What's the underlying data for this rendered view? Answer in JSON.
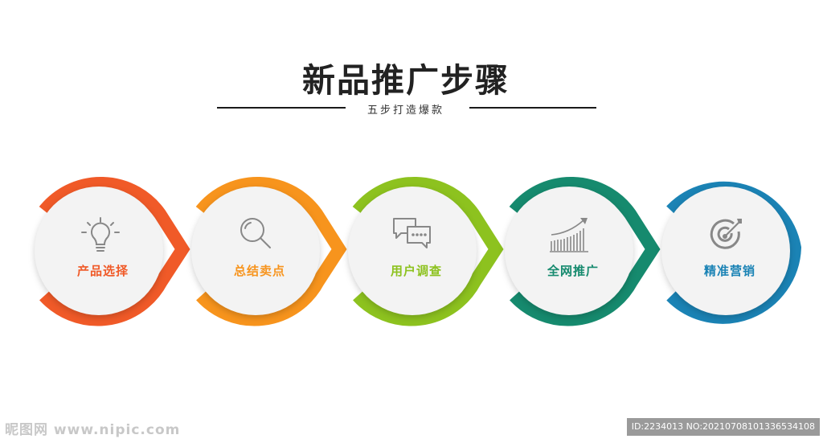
{
  "header": {
    "title": "新品推广步骤",
    "subtitle": "五步打造爆款"
  },
  "steps": [
    {
      "label": "产品选择",
      "color": "#f05a28",
      "icon": "lightbulb-icon"
    },
    {
      "label": "总结卖点",
      "color": "#f7941d",
      "icon": "magnifier-icon"
    },
    {
      "label": "用户调查",
      "color": "#8dc21f",
      "icon": "chat-bubbles-icon"
    },
    {
      "label": "全网推广",
      "color": "#168a6e",
      "icon": "growth-chart-icon"
    },
    {
      "label": "精准营销",
      "color": "#1b83b5",
      "icon": "target-icon"
    }
  ],
  "watermark": {
    "left": "昵图网 www.nipic.com",
    "right": "ID:2234013 NO:20210708101336534108"
  }
}
